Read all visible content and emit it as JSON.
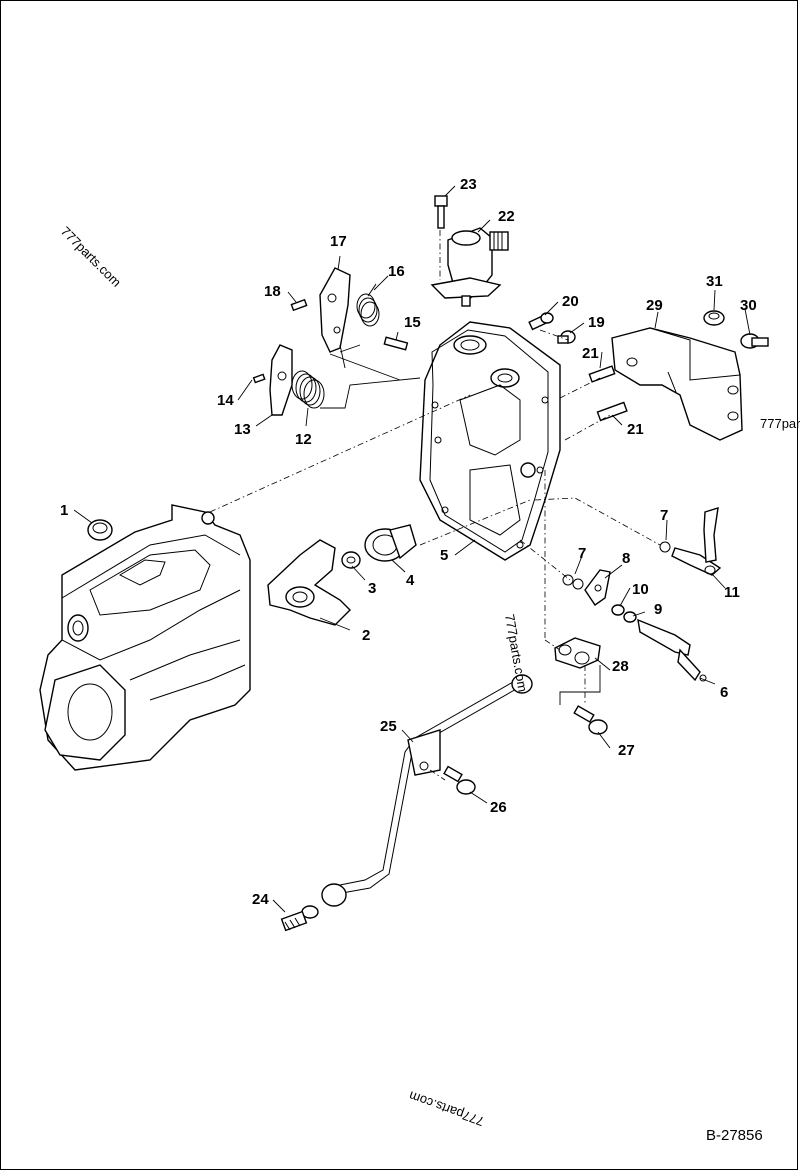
{
  "figure_id": "B-27856",
  "watermark": "777parts.com",
  "watermark_partial": "777par",
  "callouts": [
    {
      "n": "1"
    },
    {
      "n": "2"
    },
    {
      "n": "3"
    },
    {
      "n": "4"
    },
    {
      "n": "5"
    },
    {
      "n": "6"
    },
    {
      "n": "7"
    },
    {
      "n": "7"
    },
    {
      "n": "8"
    },
    {
      "n": "9"
    },
    {
      "n": "10"
    },
    {
      "n": "11"
    },
    {
      "n": "12"
    },
    {
      "n": "13"
    },
    {
      "n": "14"
    },
    {
      "n": "15"
    },
    {
      "n": "16"
    },
    {
      "n": "17"
    },
    {
      "n": "18"
    },
    {
      "n": "19"
    },
    {
      "n": "20"
    },
    {
      "n": "21"
    },
    {
      "n": "21"
    },
    {
      "n": "22"
    },
    {
      "n": "23"
    },
    {
      "n": "24"
    },
    {
      "n": "25"
    },
    {
      "n": "26"
    },
    {
      "n": "27"
    },
    {
      "n": "28"
    },
    {
      "n": "29"
    },
    {
      "n": "30"
    },
    {
      "n": "31"
    }
  ]
}
